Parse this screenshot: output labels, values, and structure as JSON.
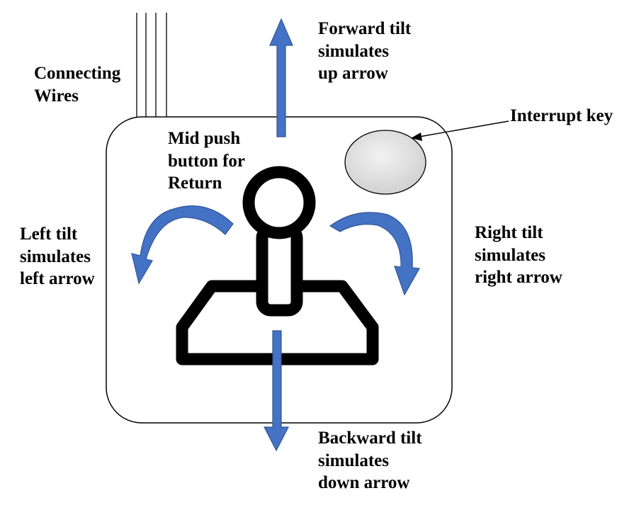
{
  "colors": {
    "arrow_fill": "#4472c4",
    "arrow_stroke": "#2f5597",
    "interrupt_key_fill": "#d9d9d9",
    "outline": "#000000"
  },
  "labels": {
    "forward": [
      "Forward tilt",
      "simulates",
      "up arrow"
    ],
    "wires": [
      "Connecting",
      "Wires"
    ],
    "interrupt": [
      "Interrupt key"
    ],
    "mid_push": [
      "Mid push",
      "button for",
      "Return"
    ],
    "left": [
      "Left tilt",
      "simulates",
      "left arrow"
    ],
    "right": [
      "Right tilt",
      "simulates",
      "right arrow"
    ],
    "backward": [
      "Backward tilt",
      "simulates",
      "down arrow"
    ]
  },
  "icons": [
    "joystick-icon",
    "up-arrow-icon",
    "down-arrow-icon",
    "left-curved-arrow-icon",
    "right-curved-arrow-icon",
    "interrupt-key-button"
  ]
}
